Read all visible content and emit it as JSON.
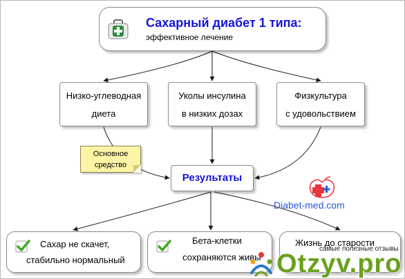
{
  "diagram": {
    "top": {
      "title": "Сахарный диабет 1 типа:",
      "subtitle": "эффективное лечение",
      "icon": "first-aid-kit-icon"
    },
    "methods": [
      {
        "line1": "Низко-углеводная",
        "line2": "диета"
      },
      {
        "line1": "Уколы инсулина",
        "line2": "в низких дозах"
      },
      {
        "line1": "Физкультура",
        "line2": "с удовольствием"
      }
    ],
    "note": {
      "line1": "Основное",
      "line2": "средство"
    },
    "result": "Результаты",
    "outcomes": [
      {
        "line1": "Сахар не скачет,",
        "line2": "стабильно нормальный"
      },
      {
        "line1": "Бета-клетки",
        "line2": "сохраняются живы"
      },
      {
        "line1": "Жизнь до старости",
        "line2": ""
      }
    ],
    "brand": "Diabet-med.com"
  },
  "watermark": {
    "tagline": "самые полезные отзывы",
    "text": "Otzyv.pro"
  },
  "colors": {
    "title_blue": "#1515d9",
    "check_green": "#3faa1e",
    "note_yellow": "#fdf4a6",
    "brand_blue": "#2a59d6",
    "brand_red": "#e8353b",
    "watermark_green": "#6aa11e"
  }
}
